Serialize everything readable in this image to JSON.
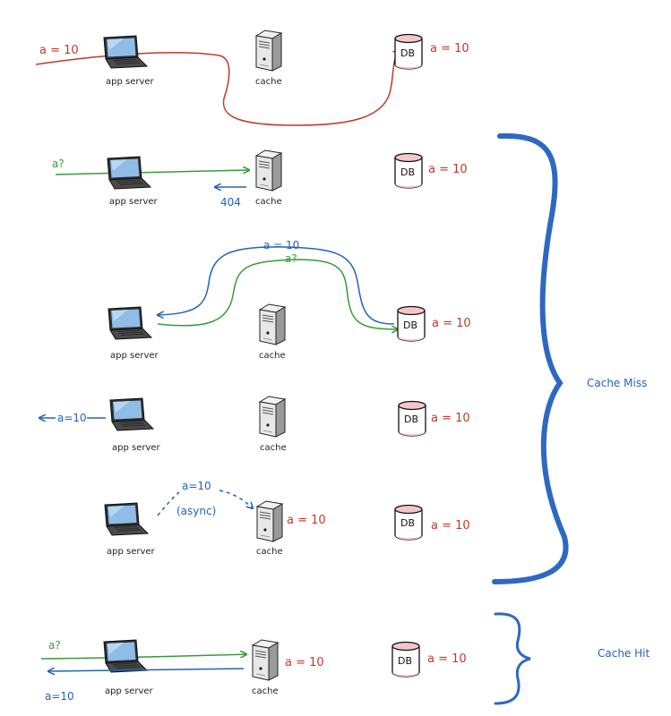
{
  "colors": {
    "red": "#c0392b",
    "green": "#3a9a3a",
    "blue": "#2463b8",
    "db_fill": "#f4c6cb"
  },
  "labels": {
    "app_server": "app server",
    "cache": "cache",
    "db": "DB"
  },
  "rows": {
    "r1": {
      "client_value": "a = 10",
      "db_value": "a = 10"
    },
    "r2": {
      "request": "a?",
      "response": "404",
      "db_value": "a = 10"
    },
    "r3": {
      "request": "a?",
      "response": "a = 10",
      "db_value": "a = 10"
    },
    "r4": {
      "response": "a=10",
      "db_value": "a = 10"
    },
    "r5": {
      "write": "a=10",
      "note": "(async)",
      "cache_value": "a = 10",
      "db_value": "a = 10"
    },
    "r6": {
      "request": "a?",
      "response": "a=10",
      "cache_value": "a = 10",
      "db_value": "a = 10"
    }
  },
  "braces": {
    "miss": "Cache Miss",
    "hit": "Cache Hit"
  }
}
